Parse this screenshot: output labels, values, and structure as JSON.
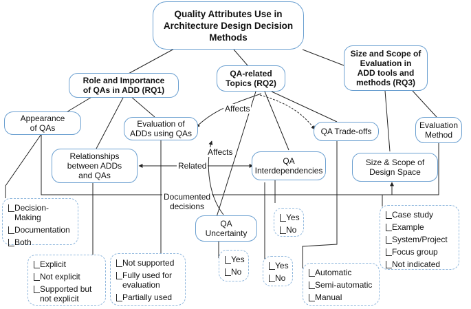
{
  "nodes": {
    "root": "Quality Attributes Use in\nArchitecture Design Decision\nMethods",
    "rq1": "Role and Importance\nof QAs in ADD (RQ1)",
    "rq2": "QA-related\nTopics  (RQ2)",
    "rq3": "Size and Scope of\nEvaluation in\nADD tools and\nmethods (RQ3)",
    "appearance": "Appearance\nof QAs",
    "evaluation_adds": "Evaluation of\nADDs using QAs",
    "relationships": "Relationships\nbetween ADDs\nand QAs",
    "qa_interdependencies": "QA\nInterdependencies",
    "qa_tradeoffs": "QA Trade-offs",
    "qa_uncertainty": "QA\nUncertainty",
    "size_scope": "Size & Scope of\nDesign Space",
    "evaluation_method": "Evaluation\nMethod"
  },
  "edge_labels": {
    "affects_top": "Affects",
    "affects_mid": "Affects",
    "related": "Related",
    "documented": "Documented\ndecisions"
  },
  "options": {
    "appearance": [
      "Decision-\nMaking",
      "Documentation",
      "Both"
    ],
    "relationships": [
      "Explicit",
      "Not explicit",
      "Supported but\nnot explicit"
    ],
    "evaluation_adds": [
      "Not supported",
      "Fully used for\nevaluation",
      "Partially used"
    ],
    "uncertainty": [
      "Yes",
      "No"
    ],
    "interdependencies": [
      "Yes",
      "No"
    ],
    "tradeoffs_yesno": [
      "Yes",
      "No"
    ],
    "automation": [
      "Automatic",
      "Semi-automatic",
      "Manual"
    ],
    "evaluation_method": [
      "Case study",
      "Example",
      "System/Project",
      "Focus group",
      "Not indicated"
    ]
  },
  "colors": {
    "node_border": "#6a9fd0",
    "option_border": "#8fb7dd",
    "line": "#222222"
  }
}
